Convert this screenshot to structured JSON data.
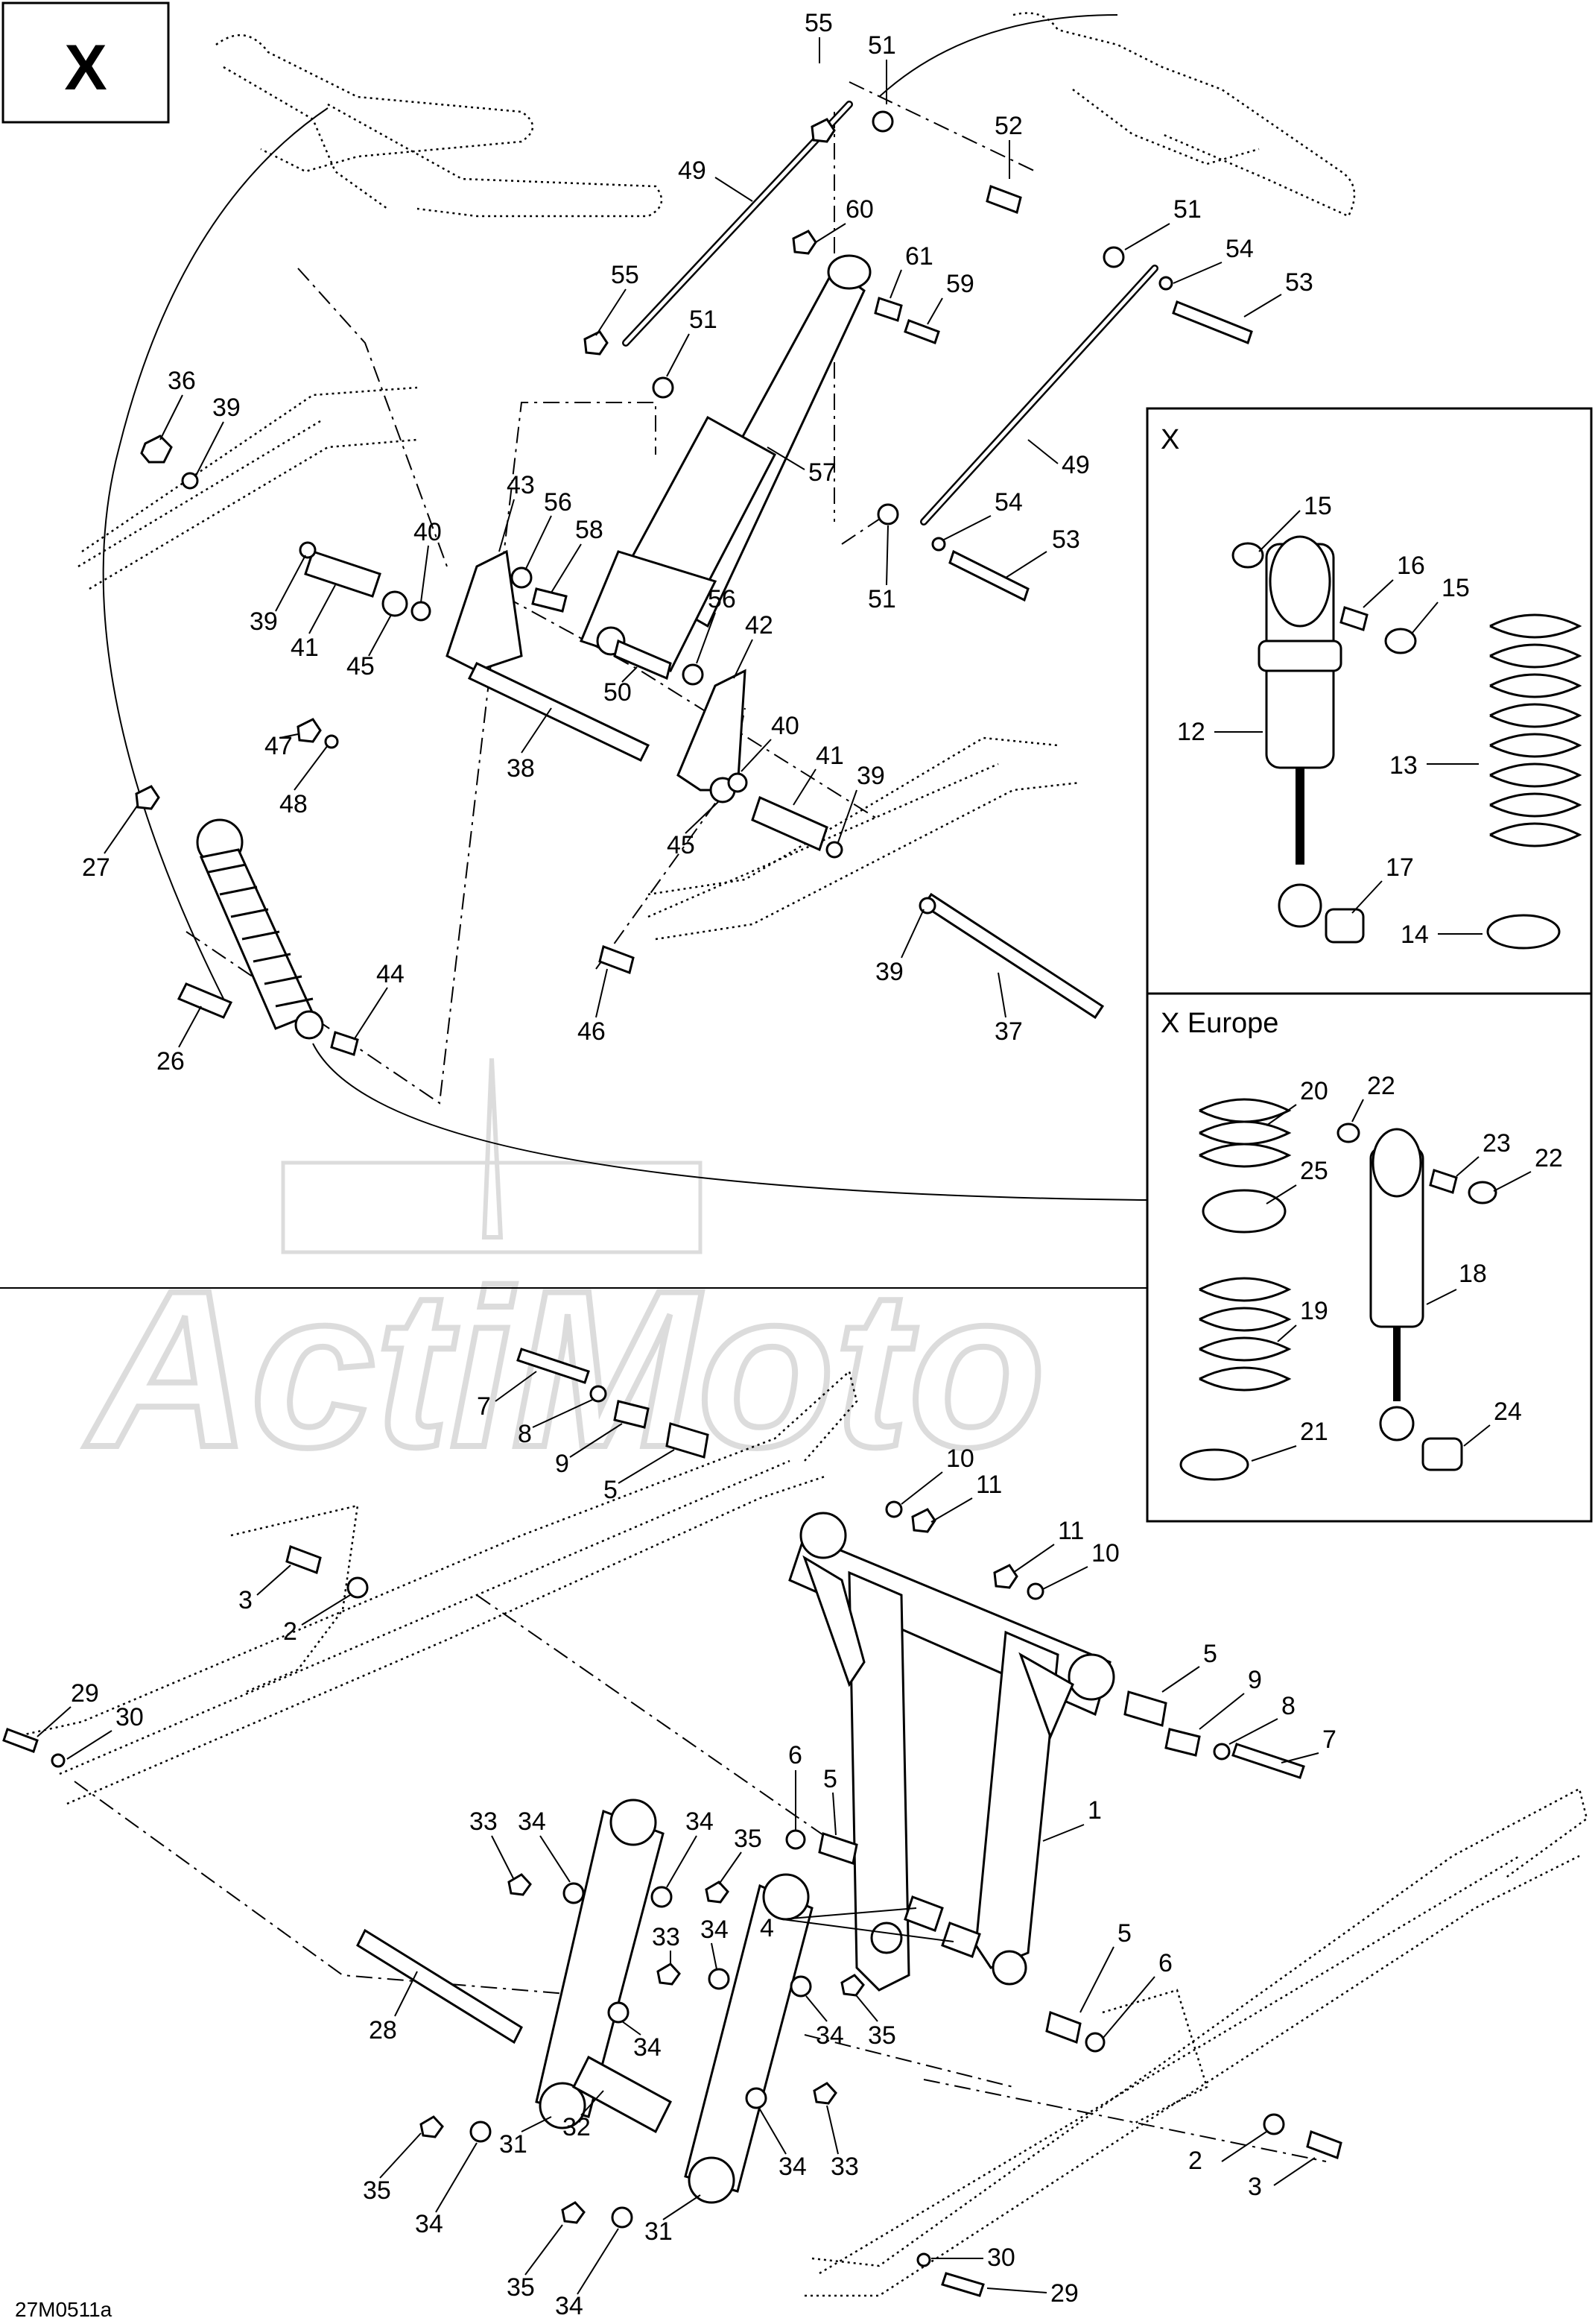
{
  "variant_badge": "X",
  "drawing_code": "27M0511a",
  "boxes": {
    "x": {
      "title": "X"
    },
    "x_europe": {
      "title": "X Europe"
    }
  },
  "labels": {
    "l1": "1",
    "l2a": "2",
    "l2b": "2",
    "l3a": "3",
    "l3b": "3",
    "l4": "4",
    "l5a": "5",
    "l5b": "5",
    "l5c": "5",
    "l5d": "5",
    "l6a": "6",
    "l6b": "6",
    "l7a": "7",
    "l7b": "7",
    "l8a": "8",
    "l8b": "8",
    "l9a": "9",
    "l9b": "9",
    "l10a": "10",
    "l10b": "10",
    "l11a": "11",
    "l11b": "11",
    "l12": "12",
    "l13": "13",
    "l14": "14",
    "l15a": "15",
    "l15b": "15",
    "l16": "16",
    "l17": "17",
    "l18": "18",
    "l19": "19",
    "l20": "20",
    "l21": "21",
    "l22a": "22",
    "l22b": "22",
    "l23": "23",
    "l24": "24",
    "l25": "25",
    "l26": "26",
    "l27": "27",
    "l28": "28",
    "l29a": "29",
    "l29b": "29",
    "l30a": "30",
    "l30b": "30",
    "l31a": "31",
    "l31b": "31",
    "l32": "32",
    "l33a": "33",
    "l33b": "33",
    "l33c": "33",
    "l34a": "34",
    "l34b": "34",
    "l34c": "34",
    "l34d": "34",
    "l34e": "34",
    "l34f": "34",
    "l34g": "34",
    "l34h": "34",
    "l35a": "35",
    "l35b": "35",
    "l35c": "35",
    "l35d": "35",
    "l36": "36",
    "l37": "37",
    "l38": "38",
    "l39a": "39",
    "l39b": "39",
    "l39c": "39",
    "l39d": "39",
    "l40a": "40",
    "l40b": "40",
    "l41a": "41",
    "l41b": "41",
    "l42": "42",
    "l43": "43",
    "l44": "44",
    "l45a": "45",
    "l45b": "45",
    "l46": "46",
    "l47": "47",
    "l48": "48",
    "l49a": "49",
    "l49b": "49",
    "l50": "50",
    "l51a": "51",
    "l51b": "51",
    "l51c": "51",
    "l51d": "51",
    "l52": "52",
    "l53a": "53",
    "l53b": "53",
    "l54a": "54",
    "l54b": "54",
    "l55a": "55",
    "l55b": "55",
    "l56a": "56",
    "l56b": "56",
    "l57": "57",
    "l58": "58",
    "l59": "59",
    "l60": "60",
    "l61": "61"
  },
  "colors": {
    "line": "#000000",
    "paper": "#ffffff",
    "watermark": "#dcdcdc"
  }
}
